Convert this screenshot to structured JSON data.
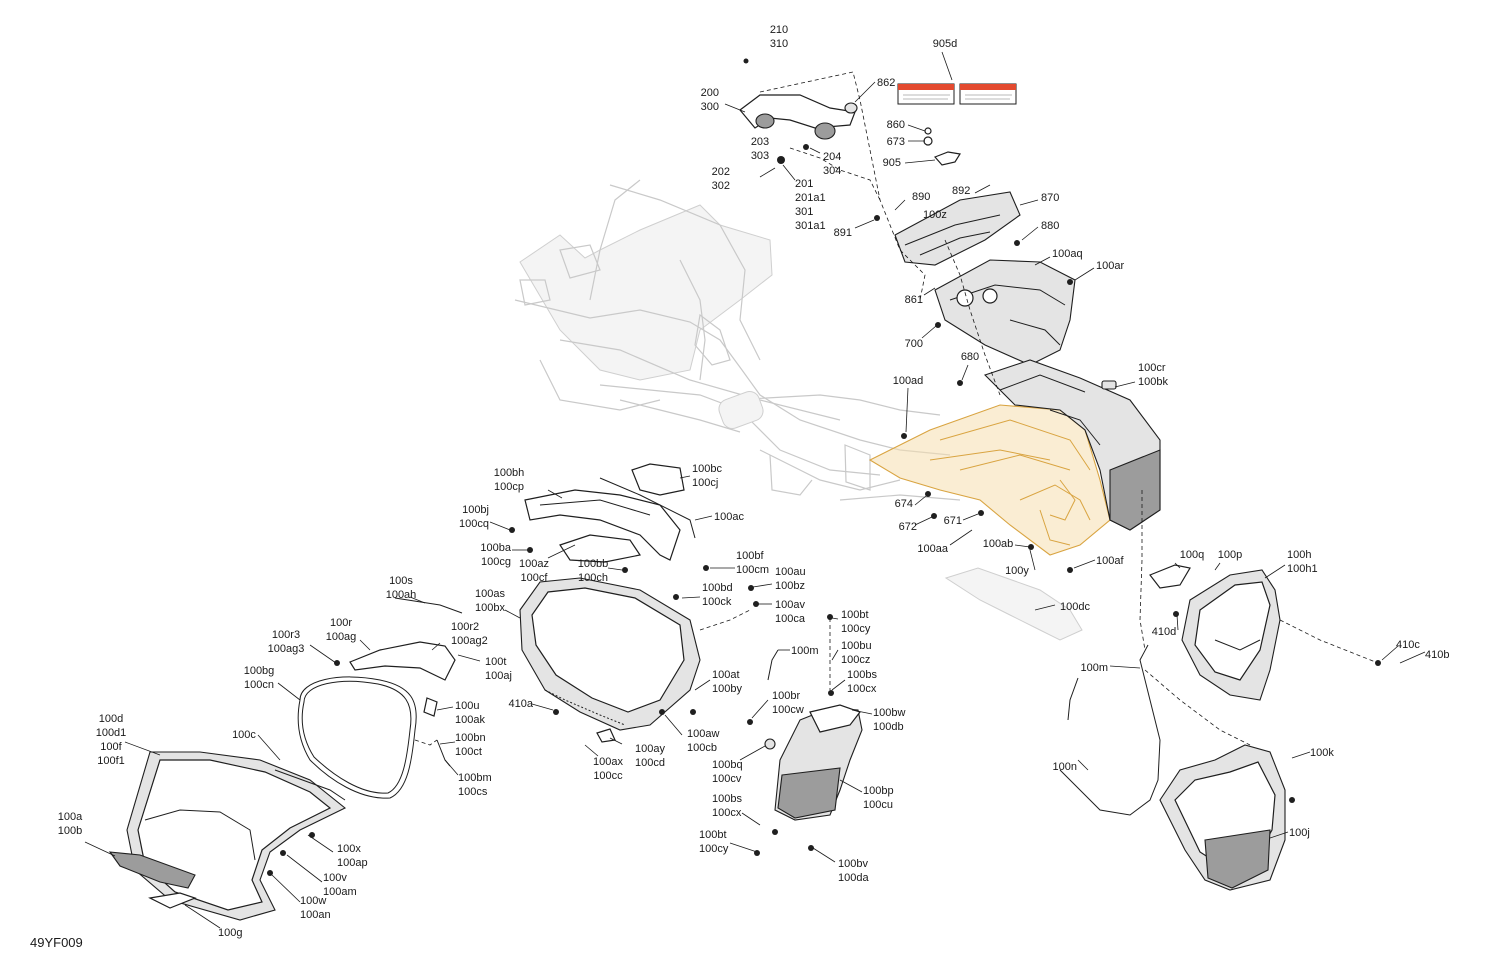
{
  "reference_code": "49YF009",
  "callouts": [
    {
      "id": "c-210",
      "lines": [
        "210",
        "310"
      ]
    },
    {
      "id": "c-905d",
      "lines": [
        "905d"
      ]
    },
    {
      "id": "c-200",
      "lines": [
        "200",
        "300"
      ]
    },
    {
      "id": "c-862",
      "lines": [
        "862"
      ]
    },
    {
      "id": "c-860",
      "lines": [
        "860"
      ]
    },
    {
      "id": "c-673",
      "lines": [
        "673"
      ]
    },
    {
      "id": "c-203",
      "lines": [
        "203",
        "303"
      ]
    },
    {
      "id": "c-204",
      "lines": [
        "204",
        "304"
      ]
    },
    {
      "id": "c-905",
      "lines": [
        "905"
      ]
    },
    {
      "id": "c-202",
      "lines": [
        "202",
        "302"
      ]
    },
    {
      "id": "c-201",
      "lines": [
        "201",
        "201a1",
        "301",
        "301a1"
      ]
    },
    {
      "id": "c-890",
      "lines": [
        "890"
      ]
    },
    {
      "id": "c-892",
      "lines": [
        "892"
      ]
    },
    {
      "id": "c-870",
      "lines": [
        "870"
      ]
    },
    {
      "id": "c-100z",
      "lines": [
        "100z"
      ]
    },
    {
      "id": "c-891",
      "lines": [
        "891"
      ]
    },
    {
      "id": "c-880",
      "lines": [
        "880"
      ]
    },
    {
      "id": "c-100aq",
      "lines": [
        "100aq"
      ]
    },
    {
      "id": "c-100ar",
      "lines": [
        "100ar"
      ]
    },
    {
      "id": "c-861",
      "lines": [
        "861"
      ]
    },
    {
      "id": "c-700",
      "lines": [
        "700"
      ]
    },
    {
      "id": "c-680",
      "lines": [
        "680"
      ]
    },
    {
      "id": "c-100cr",
      "lines": [
        "100cr",
        "100bk"
      ]
    },
    {
      "id": "c-100ad",
      "lines": [
        "100ad"
      ]
    },
    {
      "id": "c-100bh",
      "lines": [
        "100bh",
        "100cp"
      ]
    },
    {
      "id": "c-100bc",
      "lines": [
        "100bc",
        "100cj"
      ]
    },
    {
      "id": "c-674",
      "lines": [
        "674"
      ]
    },
    {
      "id": "c-672",
      "lines": [
        "672"
      ]
    },
    {
      "id": "c-671",
      "lines": [
        "671"
      ]
    },
    {
      "id": "c-100bj",
      "lines": [
        "100bj",
        "100cq"
      ]
    },
    {
      "id": "c-100ac",
      "lines": [
        "100ac"
      ]
    },
    {
      "id": "c-100aa",
      "lines": [
        "100aa"
      ]
    },
    {
      "id": "c-100ab",
      "lines": [
        "100ab"
      ]
    },
    {
      "id": "c-100af",
      "lines": [
        "100af"
      ]
    },
    {
      "id": "c-100y",
      "lines": [
        "100y"
      ]
    },
    {
      "id": "c-100ba",
      "lines": [
        "100ba",
        "100cg"
      ]
    },
    {
      "id": "c-100az",
      "lines": [
        "100az",
        "100cf"
      ]
    },
    {
      "id": "c-100bb",
      "lines": [
        "100bb",
        "100ch"
      ]
    },
    {
      "id": "c-100bf",
      "lines": [
        "100bf",
        "100cm"
      ]
    },
    {
      "id": "c-100au",
      "lines": [
        "100au",
        "100bz"
      ]
    },
    {
      "id": "c-100q",
      "lines": [
        "100q"
      ]
    },
    {
      "id": "c-100p",
      "lines": [
        "100p"
      ]
    },
    {
      "id": "c-100h",
      "lines": [
        "100h",
        "100h1"
      ]
    },
    {
      "id": "c-100s",
      "lines": [
        "100s",
        "100ah"
      ]
    },
    {
      "id": "c-100as",
      "lines": [
        "100as",
        "100bx"
      ]
    },
    {
      "id": "c-100bd",
      "lines": [
        "100bd",
        "100ck"
      ]
    },
    {
      "id": "c-100av",
      "lines": [
        "100av",
        "100ca"
      ]
    },
    {
      "id": "c-100dc",
      "lines": [
        "100dc"
      ]
    },
    {
      "id": "c-410d",
      "lines": [
        "410d"
      ]
    },
    {
      "id": "c-100r",
      "lines": [
        "100r",
        "100ag"
      ]
    },
    {
      "id": "c-100r2",
      "lines": [
        "100r2",
        "100ag2"
      ]
    },
    {
      "id": "c-100r3",
      "lines": [
        "100r3",
        "100ag3"
      ]
    },
    {
      "id": "c-100bt-a",
      "lines": [
        "100bt",
        "100cy"
      ]
    },
    {
      "id": "c-100bu",
      "lines": [
        "100bu",
        "100cz"
      ]
    },
    {
      "id": "c-100m-a",
      "lines": [
        "100m"
      ]
    },
    {
      "id": "c-100m-b",
      "lines": [
        "100m"
      ]
    },
    {
      "id": "c-410c",
      "lines": [
        "410c"
      ]
    },
    {
      "id": "c-410b",
      "lines": [
        "410b"
      ]
    },
    {
      "id": "c-100t",
      "lines": [
        "100t",
        "100aj"
      ]
    },
    {
      "id": "c-100bg",
      "lines": [
        "100bg",
        "100cn"
      ]
    },
    {
      "id": "c-100at",
      "lines": [
        "100at",
        "100by"
      ]
    },
    {
      "id": "c-100bs-a",
      "lines": [
        "100bs",
        "100cx"
      ]
    },
    {
      "id": "c-100u",
      "lines": [
        "100u",
        "100ak"
      ]
    },
    {
      "id": "c-100br",
      "lines": [
        "100br",
        "100cw"
      ]
    },
    {
      "id": "c-410a",
      "lines": [
        "410a"
      ]
    },
    {
      "id": "c-100bw",
      "lines": [
        "100bw",
        "100db"
      ]
    },
    {
      "id": "c-100d",
      "lines": [
        "100d",
        "100d1",
        "100f",
        "100f1"
      ]
    },
    {
      "id": "c-100c",
      "lines": [
        "100c"
      ]
    },
    {
      "id": "c-100bn",
      "lines": [
        "100bn",
        "100ct"
      ]
    },
    {
      "id": "c-100aw",
      "lines": [
        "100aw",
        "100cb"
      ]
    },
    {
      "id": "c-100ay",
      "lines": [
        "100ay",
        "100cd"
      ]
    },
    {
      "id": "c-100ax",
      "lines": [
        "100ax",
        "100cc"
      ]
    },
    {
      "id": "c-100bq",
      "lines": [
        "100bq",
        "100cv"
      ]
    },
    {
      "id": "c-100k",
      "lines": [
        "100k"
      ]
    },
    {
      "id": "c-100n",
      "lines": [
        "100n"
      ]
    },
    {
      "id": "c-100bp",
      "lines": [
        "100bp",
        "100cu"
      ]
    },
    {
      "id": "c-100bm",
      "lines": [
        "100bm",
        "100cs"
      ]
    },
    {
      "id": "c-100bs-b",
      "lines": [
        "100bs",
        "100cx"
      ]
    },
    {
      "id": "c-100a",
      "lines": [
        "100a",
        "100b"
      ]
    },
    {
      "id": "c-100x",
      "lines": [
        "100x",
        "100ap"
      ]
    },
    {
      "id": "c-100bt-b",
      "lines": [
        "100bt",
        "100cy"
      ]
    },
    {
      "id": "c-100j",
      "lines": [
        "100j"
      ]
    },
    {
      "id": "c-100v",
      "lines": [
        "100v",
        "100am"
      ]
    },
    {
      "id": "c-100bv",
      "lines": [
        "100bv",
        "100da"
      ]
    },
    {
      "id": "c-100w",
      "lines": [
        "100w",
        "100an"
      ]
    },
    {
      "id": "c-100g",
      "lines": [
        "100g"
      ]
    }
  ],
  "colors": {
    "frame": "#c9c9c9",
    "subframe_highlight": "#f6dfae",
    "subframe_stroke": "#d9a441",
    "line": "#1f1f1f",
    "warning_label_red": "#e34a2f"
  }
}
